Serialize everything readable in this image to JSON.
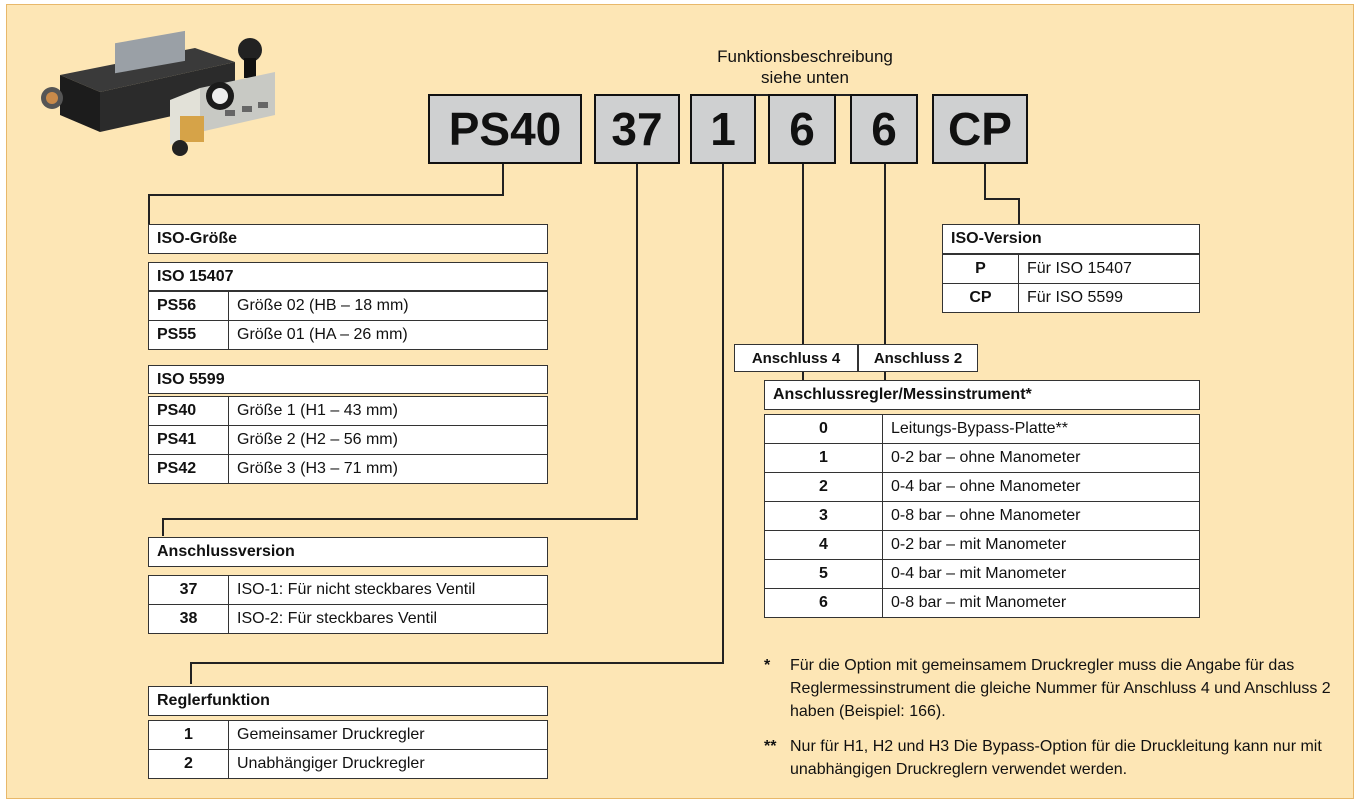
{
  "heading": {
    "line1": "Funktionsbeschreibung",
    "line2": "siehe unten"
  },
  "code": [
    "PS40",
    "37",
    "1",
    "6",
    "6",
    "CP"
  ],
  "iso_size": {
    "title": "ISO-Größe",
    "groups": [
      {
        "name": "ISO 15407",
        "rows": [
          {
            "code": "PS56",
            "desc": "Größe 02 (HB – 18 mm)"
          },
          {
            "code": "PS55",
            "desc": "Größe 01 (HA – 26 mm)"
          }
        ]
      },
      {
        "name": "ISO 5599",
        "rows": [
          {
            "code": "PS40",
            "desc": "Größe 1 (H1 – 43 mm)"
          },
          {
            "code": "PS41",
            "desc": "Größe 2 (H2 – 56 mm)"
          },
          {
            "code": "PS42",
            "desc": "Größe 3 (H3 – 71 mm)"
          }
        ]
      }
    ]
  },
  "connection_version": {
    "title": "Anschlussversion",
    "rows": [
      {
        "code": "37",
        "desc": "ISO-1: Für nicht steckbares Ventil"
      },
      {
        "code": "38",
        "desc": "ISO-2: Für steckbares Ventil"
      }
    ]
  },
  "regulator_function": {
    "title": "Reglerfunktion",
    "rows": [
      {
        "code": "1",
        "desc": "Gemeinsamer Druckregler"
      },
      {
        "code": "2",
        "desc": "Unabhängiger Druckregler"
      }
    ]
  },
  "iso_version": {
    "title": "ISO-Version",
    "rows": [
      {
        "code": "P",
        "desc": "Für ISO 15407"
      },
      {
        "code": "CP",
        "desc": "Für ISO 5599"
      }
    ]
  },
  "ports": {
    "port4": "Anschluss 4",
    "port2": "Anschluss 2"
  },
  "regulator_gauge": {
    "title": "Anschlussregler/Messinstrument*",
    "rows": [
      {
        "code": "0",
        "desc": "Leitungs-Bypass-Platte**"
      },
      {
        "code": "1",
        "desc": "0-2 bar – ohne Manometer"
      },
      {
        "code": "2",
        "desc": "0-4 bar – ohne Manometer"
      },
      {
        "code": "3",
        "desc": "0-8 bar – ohne Manometer"
      },
      {
        "code": "4",
        "desc": "0-2 bar – mit Manometer"
      },
      {
        "code": "5",
        "desc": "0-4 bar – mit Manometer"
      },
      {
        "code": "6",
        "desc": "0-8 bar – mit Manometer"
      }
    ]
  },
  "notes": [
    {
      "mark": "*",
      "text": "Für die Option mit gemeinsamem Druckregler muss die Angabe für das Reglermessinstrument die gleiche Nummer für Anschluss 4 und Anschluss 2 haben (Beispiel: 166)."
    },
    {
      "mark": "**",
      "text": "Nur für H1, H2 und H3 Die Bypass-Option für die Druckleitung kann nur mit unabhängigen Druckreglern verwendet werden."
    }
  ]
}
